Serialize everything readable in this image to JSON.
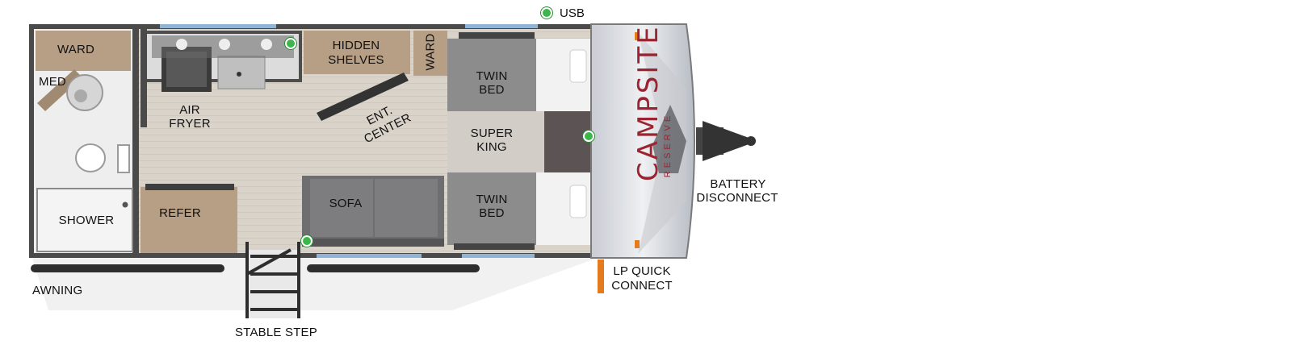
{
  "legend": {
    "usb": "USB",
    "usb_color": "#3cb54a"
  },
  "labels": {
    "ward_bath": "WARD",
    "med": "MED",
    "shower": "SHOWER",
    "air_fryer_1": "AIR",
    "air_fryer_2": "FRYER",
    "refer": "REFER",
    "hidden_1": "HIDDEN",
    "hidden_2": "SHELVES",
    "ward_front": "WARD",
    "ent_1": "ENT.",
    "ent_2": "CENTER",
    "sofa": "SOFA",
    "twin_top_1": "TWIN",
    "twin_top_2": "BED",
    "super_1": "SUPER",
    "super_2": "KING",
    "twin_bot_1": "TWIN",
    "twin_bot_2": "BED",
    "battery_1": "BATTERY",
    "battery_2": "DISCONNECT",
    "lp_1": "LP QUICK",
    "lp_2": "CONNECT",
    "awning": "AWNING",
    "stable_step": "STABLE STEP"
  },
  "brand": {
    "name": "CAMPSITE",
    "sub": "RESERVE",
    "color": "#9b2430"
  },
  "colors": {
    "floor": "#d8d2c9",
    "wall": "#3a3a3a",
    "cabinet": "#b79f85",
    "bed": "#8c8c8c",
    "sofa": "#6e6e70",
    "window": "#8fb4d6"
  }
}
